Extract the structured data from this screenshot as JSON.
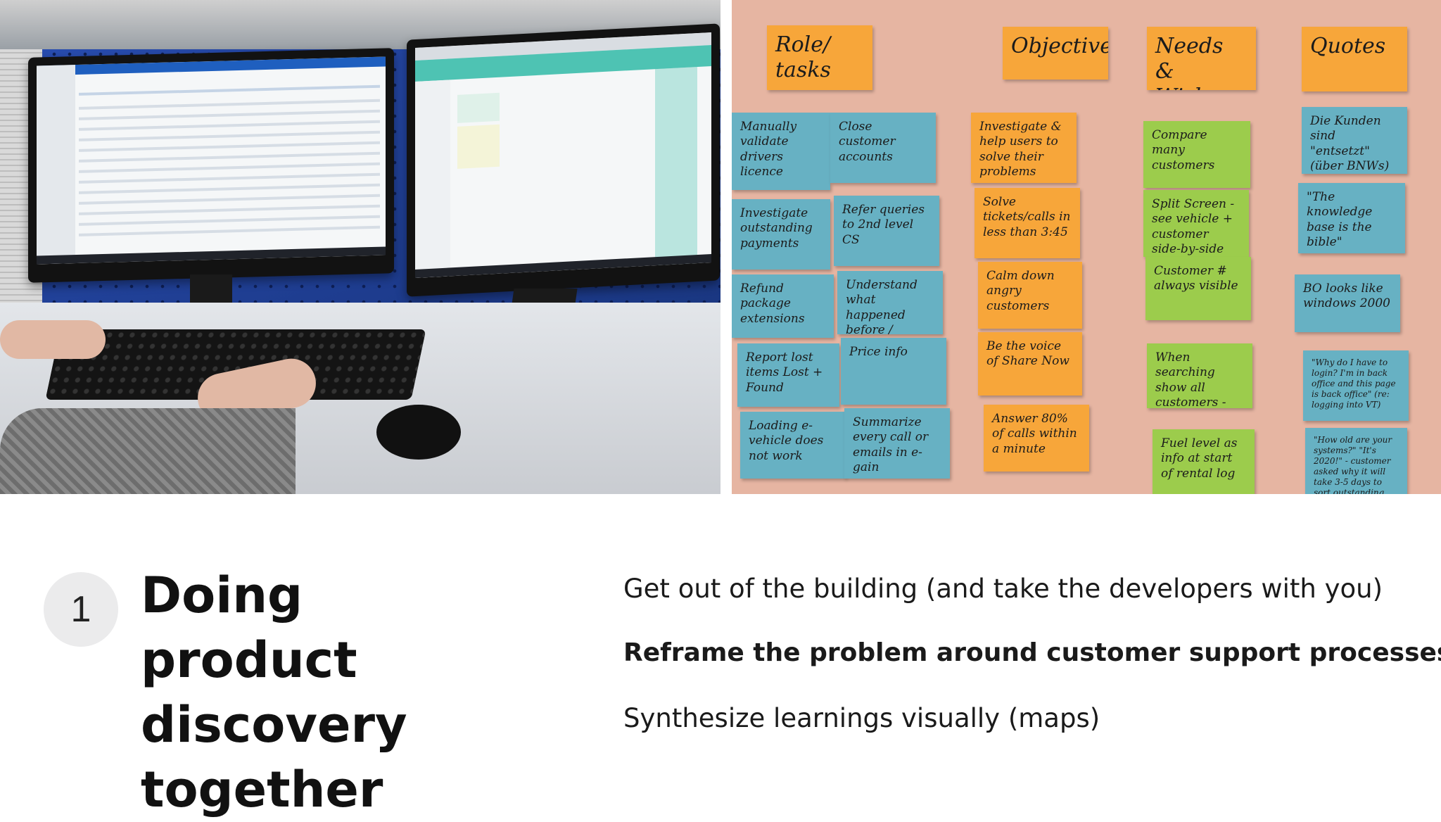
{
  "slide": {
    "step_number": "1",
    "title": "Doing product discovery together",
    "bullets": [
      "Get out of the building (and take the developers with you)",
      "Reframe the problem around customer support processes",
      "Synthesize learnings visually (maps)"
    ]
  },
  "photo_right": {
    "columns": [
      {
        "header": "Role/ tasks",
        "notes": [
          "Manually validate drivers licence",
          "Investigate outstanding payments",
          "Refund package extensions",
          "Report lost items Lost + Found",
          "Loading e-vehicle does not work"
        ]
      },
      {
        "header": "",
        "notes": [
          "Close customer accounts",
          "Refer queries to 2nd level CS",
          "Understand what happened before / already",
          "Price info",
          "Summarize every call or emails in e-gain"
        ]
      },
      {
        "header": "Objectives",
        "notes": [
          "Investigate & help users to solve their problems",
          "Solve tickets/calls in less than 3:45",
          "Calm down angry customers",
          "Be the voice of Share Now",
          "Answer 80% of calls within a minute"
        ]
      },
      {
        "header": "Needs & Wishes",
        "notes": [
          "Compare many customers",
          "Split Screen - see vehicle + customer side-by-side",
          "Customer # always visible",
          "When searching show all customers - active & inactive",
          "Fuel level as info at start of rental log"
        ]
      },
      {
        "header": "Quotes",
        "notes": [
          "Die Kunden sind \"entsetzt\" (über BNWs)",
          "\"The knowledge base is the bible\"",
          "BO looks like windows 2000",
          "\"Why do I have to login? I'm in back office and this page is back office\" (re: logging into VT)",
          "\"How old are your systems?\" \"It's 2020!\" - customer asked why it will take 3-5 days to sort outstanding balance"
        ]
      }
    ]
  },
  "colors": {
    "orange_note": "#f7a63a",
    "blue_note": "#67b1c3",
    "green_note": "#9ccc4c",
    "wall": "#e6b5a2",
    "pegboard": "#1f3f8f",
    "step_circle": "#ebebec"
  }
}
